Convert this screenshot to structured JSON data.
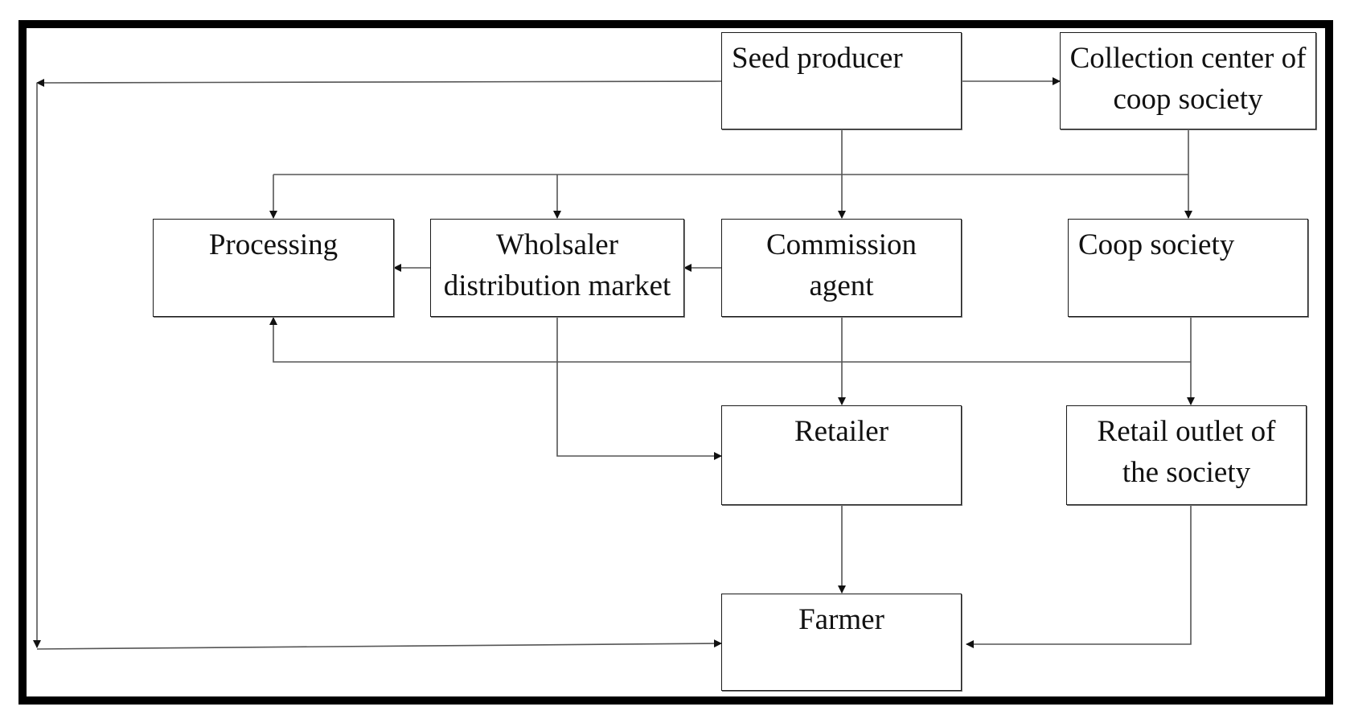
{
  "nodes": {
    "seed_producer": "Seed producer",
    "collection_center": [
      "Collection center of",
      "coop society"
    ],
    "processing": "Processing",
    "wholesaler": [
      "Wholsaler",
      "distribution market"
    ],
    "commission_agent": [
      "Commission",
      "agent"
    ],
    "coop_society": "Coop society",
    "retailer": "Retailer",
    "retail_outlet": [
      "Retail outlet of",
      "the society"
    ],
    "farmer": "Farmer"
  },
  "colors": {
    "line": "#555555",
    "box_border": "#1a1a1a",
    "frame": "#000000"
  }
}
